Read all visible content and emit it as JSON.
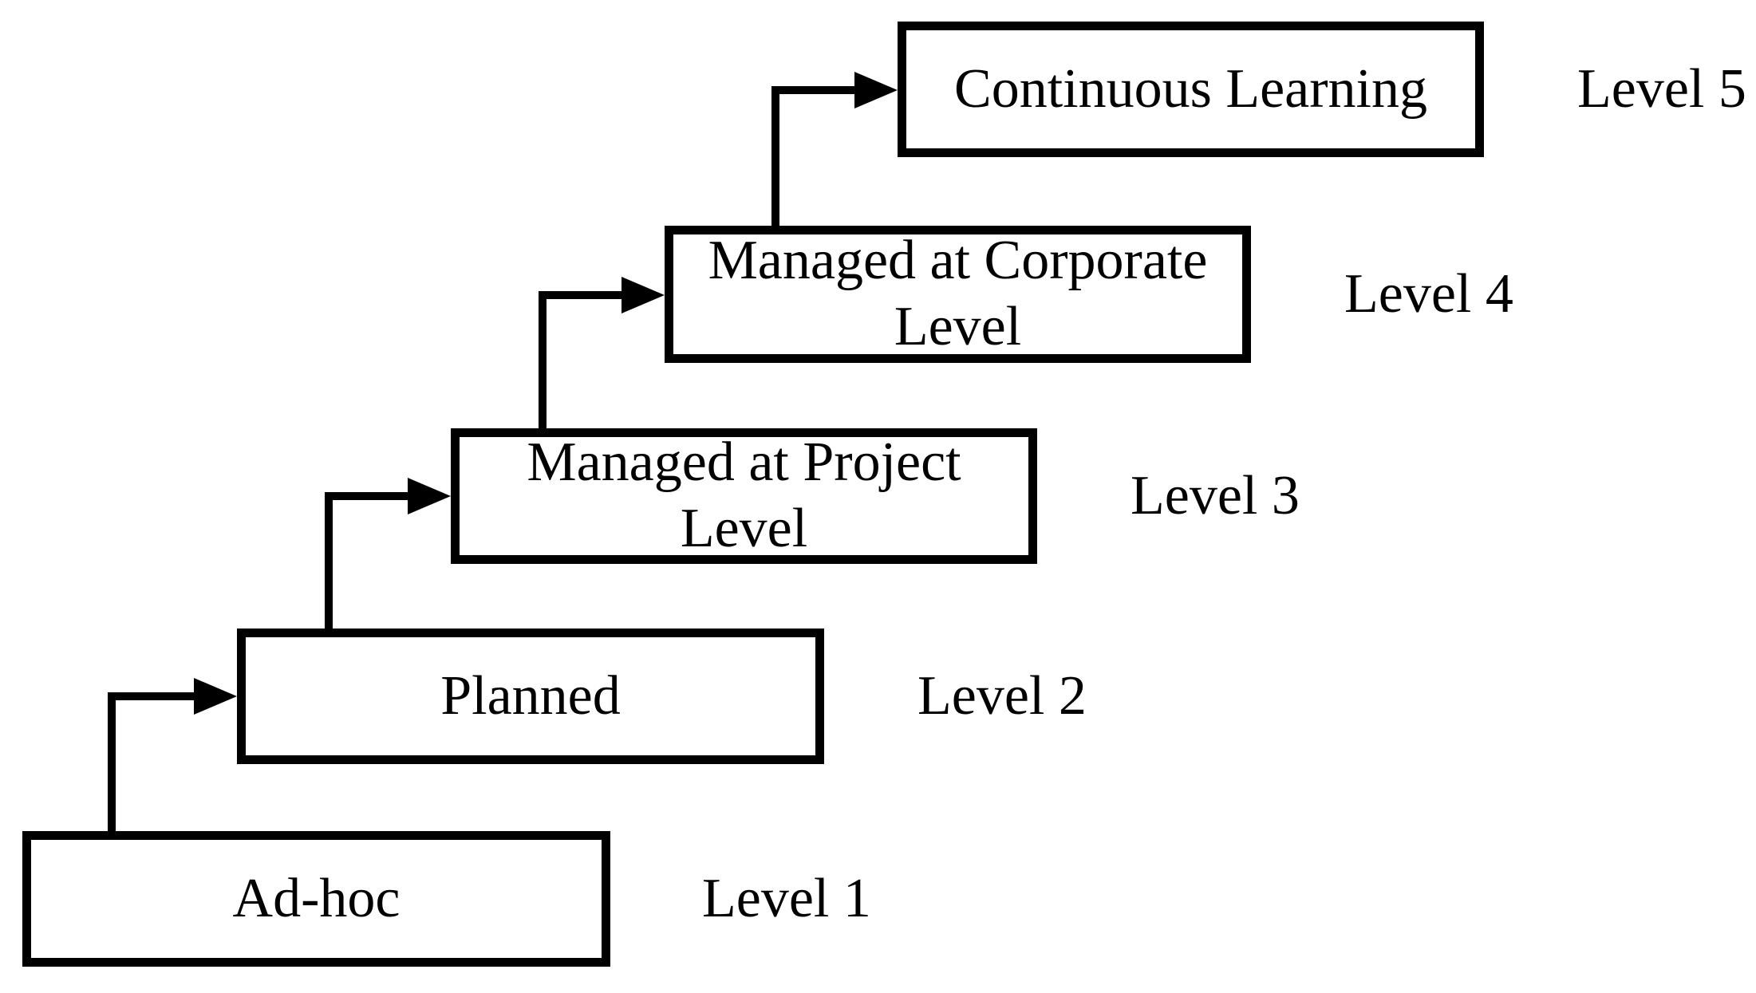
{
  "diagram": {
    "type": "staircase-maturity-model",
    "background_color": "#ffffff",
    "line_color": "#000000",
    "box_fill_color": "#ffffff",
    "levels": [
      {
        "box_label": "Ad-hoc",
        "level_label": "Level 1"
      },
      {
        "box_label": "Planned",
        "level_label": "Level 2"
      },
      {
        "box_label": "Managed at Project Level",
        "level_label": "Level 3"
      },
      {
        "box_label": "Managed at Corporate Level",
        "level_label": "Level 4"
      },
      {
        "box_label": "Continuous Learning",
        "level_label": "Level 5"
      }
    ]
  }
}
